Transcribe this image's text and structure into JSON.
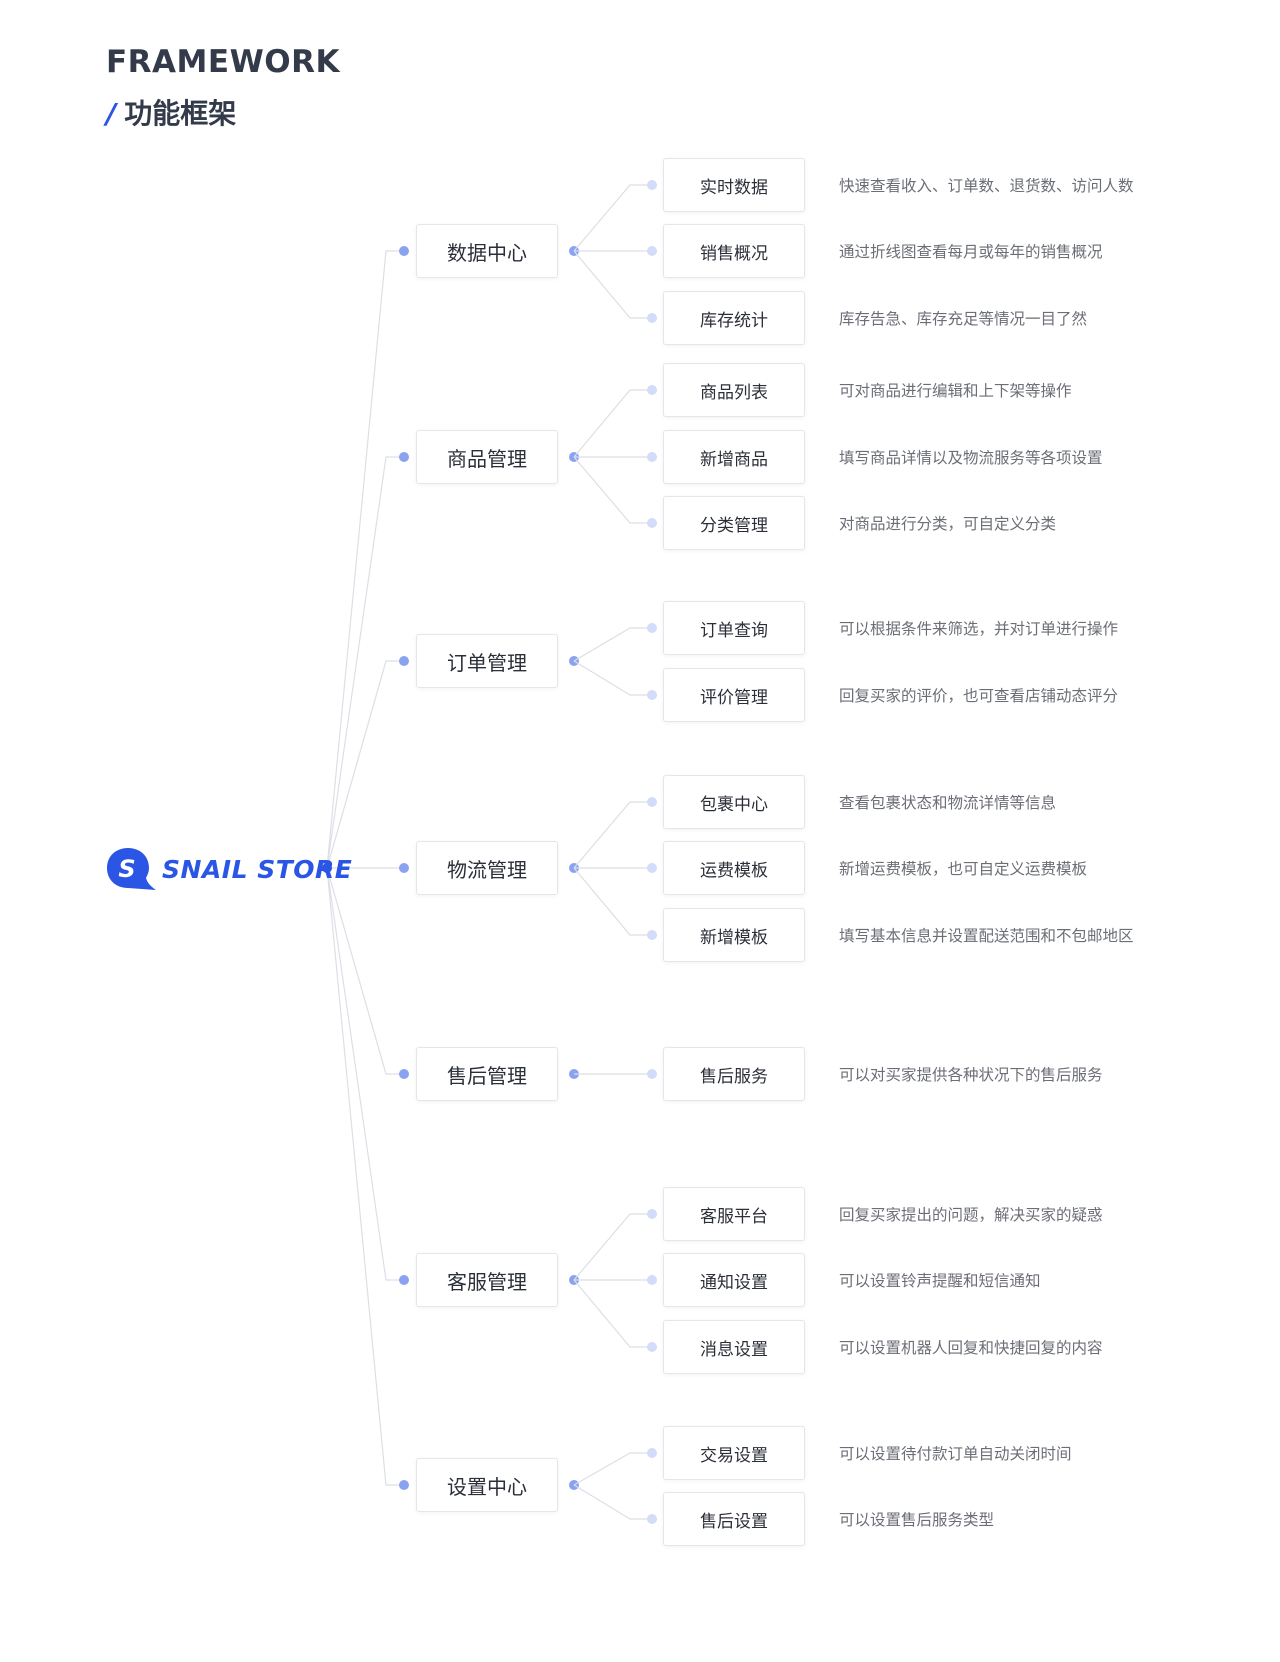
{
  "header": {
    "title_en": "FRAMEWORK",
    "slash": "/",
    "title_cn": "功能框架"
  },
  "root": {
    "label": "SNAIL STORE",
    "logo_letter": "S"
  },
  "colors": {
    "accent": "#2a55e5",
    "dot": "#8aa3f0",
    "leaf_dot": "#d3dcf8",
    "line": "#dcdfe5",
    "box_border": "#e4e6ec"
  },
  "categories": [
    {
      "label": "数据中心",
      "children": [
        {
          "label": "实时数据",
          "desc": "快速查看收入、订单数、退货数、访问人数"
        },
        {
          "label": "销售概况",
          "desc": "通过折线图查看每月或每年的销售概况"
        },
        {
          "label": "库存统计",
          "desc": "库存告急、库存充足等情况一目了然"
        }
      ]
    },
    {
      "label": "商品管理",
      "children": [
        {
          "label": "商品列表",
          "desc": "可对商品进行编辑和上下架等操作"
        },
        {
          "label": "新增商品",
          "desc": "填写商品详情以及物流服务等各项设置"
        },
        {
          "label": "分类管理",
          "desc": "对商品进行分类，可自定义分类"
        }
      ]
    },
    {
      "label": "订单管理",
      "children": [
        {
          "label": "订单查询",
          "desc": "可以根据条件来筛选，并对订单进行操作"
        },
        {
          "label": "评价管理",
          "desc": "回复买家的评价，也可查看店铺动态评分"
        }
      ]
    },
    {
      "label": "物流管理",
      "children": [
        {
          "label": "包裹中心",
          "desc": "查看包裹状态和物流详情等信息"
        },
        {
          "label": "运费模板",
          "desc": "新增运费模板，也可自定义运费模板"
        },
        {
          "label": "新增模板",
          "desc": "填写基本信息并设置配送范围和不包邮地区"
        }
      ]
    },
    {
      "label": "售后管理",
      "children": [
        {
          "label": "售后服务",
          "desc": "可以对买家提供各种状况下的售后服务"
        }
      ]
    },
    {
      "label": "客服管理",
      "children": [
        {
          "label": "客服平台",
          "desc": "回复买家提出的问题，解决买家的疑惑"
        },
        {
          "label": "通知设置",
          "desc": "可以设置铃声提醒和短信通知"
        },
        {
          "label": "消息设置",
          "desc": "可以设置机器人回复和快捷回复的内容"
        }
      ]
    },
    {
      "label": "设置中心",
      "children": [
        {
          "label": "交易设置",
          "desc": "可以设置待付款订单自动关闭时间"
        },
        {
          "label": "售后设置",
          "desc": "可以设置售后服务类型"
        }
      ]
    }
  ]
}
